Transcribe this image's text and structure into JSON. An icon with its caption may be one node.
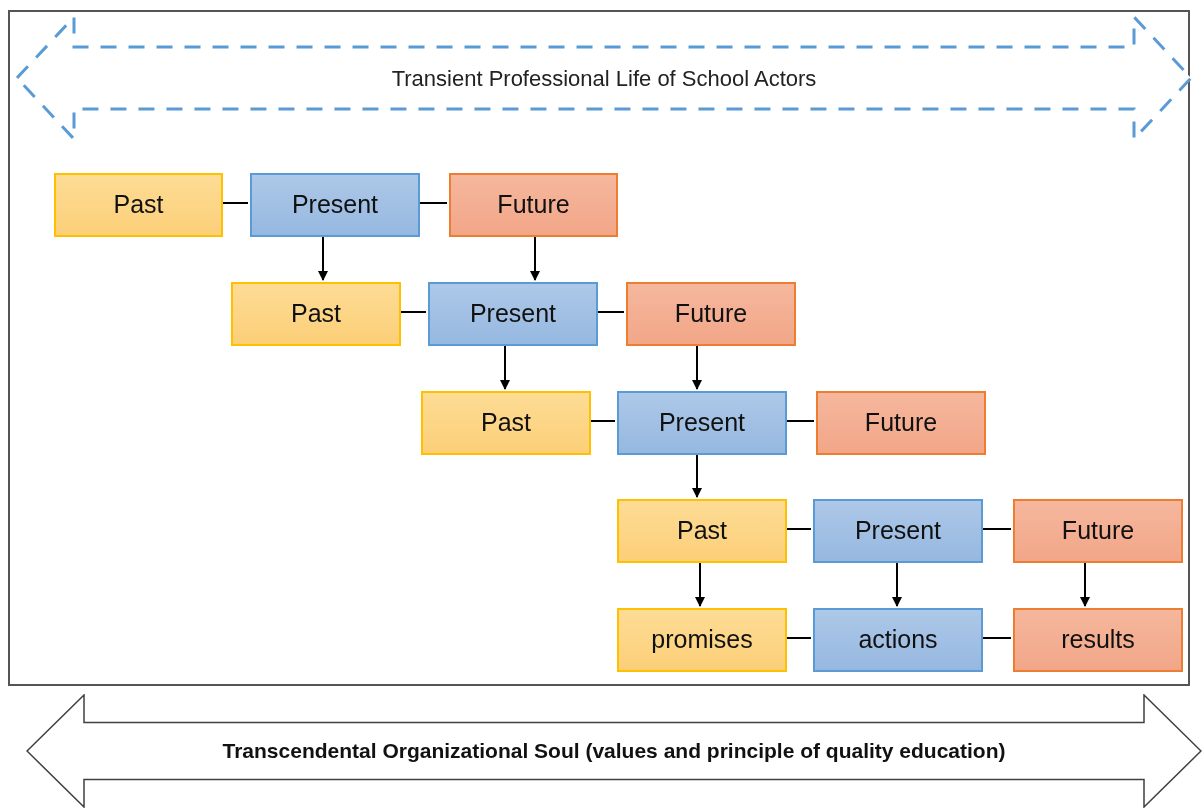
{
  "diagram": {
    "nodes": [
      {
        "text": [],
        "shape": "box"
      },
      {
        "text": [
          "Transient Professional Life of School Actors"
        ],
        "in": 0
      },
      {
        "text": [
          "Past"
        ],
        "in": 0
      },
      {
        "text": [
          "Present"
        ],
        "in": 0
      },
      {
        "text": [
          "Future"
        ],
        "in": 0
      },
      {
        "text": [
          "Past"
        ],
        "in": 0
      },
      {
        "text": [
          "Present"
        ],
        "in": 0
      },
      {
        "text": [
          "Future"
        ],
        "in": 0
      },
      {
        "text": [
          "Past"
        ],
        "in": 0
      },
      {
        "text": [
          "Present"
        ],
        "in": 0
      },
      {
        "text": [
          "Future"
        ],
        "in": 0
      },
      {
        "text": [
          "Past"
        ],
        "in": 0
      },
      {
        "text": [
          "Present"
        ],
        "in": 0
      },
      {
        "text": [
          "Future"
        ],
        "in": 0
      },
      {
        "text": [
          "promises"
        ],
        "in": 0
      },
      {
        "text": [
          "actions"
        ],
        "in": 0
      },
      {
        "text": [
          "results"
        ],
        "in": 0
      },
      {
        "text": [
          "Transcendental Organizational Soul (values and principle of quality education)"
        ]
      }
    ],
    "edges": [
      {
        "from": 2,
        "to": 3,
        "arrow": "none"
      },
      {
        "from": 3,
        "to": 4,
        "arrow": "none"
      },
      {
        "from": 5,
        "to": 6,
        "arrow": "none"
      },
      {
        "from": 6,
        "to": 7,
        "arrow": "none"
      },
      {
        "from": 8,
        "to": 9,
        "arrow": "none"
      },
      {
        "from": 9,
        "to": 10,
        "arrow": "none"
      },
      {
        "from": 11,
        "to": 12,
        "arrow": "none"
      },
      {
        "from": 12,
        "to": 13,
        "arrow": "none"
      },
      {
        "from": 14,
        "to": 15,
        "arrow": "none"
      },
      {
        "from": 15,
        "to": 16,
        "arrow": "none"
      },
      {
        "from": 3,
        "to": 5,
        "arrow": "to"
      },
      {
        "from": 4,
        "to": 6,
        "arrow": "to"
      },
      {
        "from": 6,
        "to": 8,
        "arrow": "to"
      },
      {
        "from": 7,
        "to": 9,
        "arrow": "to"
      },
      {
        "from": 9,
        "to": 11,
        "arrow": "to"
      },
      {
        "from": 11,
        "to": 14,
        "arrow": "to"
      },
      {
        "from": 12,
        "to": 15,
        "arrow": "to"
      },
      {
        "from": 13,
        "to": 16,
        "arrow": "to"
      }
    ]
  }
}
